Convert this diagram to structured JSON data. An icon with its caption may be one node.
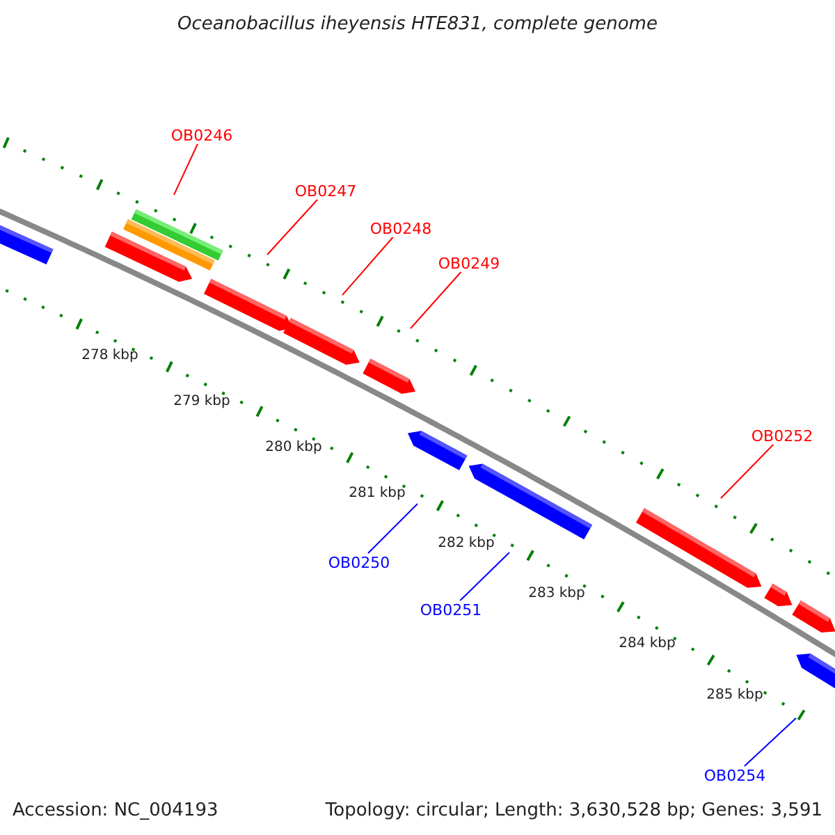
{
  "diagram": {
    "title": "Oceanobacillus iheyensis HTE831, complete genome",
    "nodes": [
      {
        "text": [
          "OB0246"
        ]
      },
      {
        "text": [
          "OB0247"
        ]
      },
      {
        "text": [
          "OB0248"
        ]
      },
      {
        "text": [
          "OB0249"
        ]
      },
      {
        "text": [
          "OB0252"
        ]
      },
      {
        "text": [
          "OB0250"
        ]
      },
      {
        "text": [
          "OB0251"
        ]
      },
      {
        "text": [
          "OB0254"
        ]
      }
    ],
    "edges": [
      {
        "from": 0,
        "to": null,
        "arrow": "none"
      },
      {
        "from": 1,
        "to": null,
        "arrow": "none"
      },
      {
        "from": 2,
        "to": null,
        "arrow": "none"
      },
      {
        "from": 3,
        "to": null,
        "arrow": "none"
      },
      {
        "from": 4,
        "to": null,
        "arrow": "none"
      },
      {
        "from": 5,
        "to": null,
        "arrow": "none",
        "color": "#0000ff"
      },
      {
        "from": 6,
        "to": null,
        "arrow": "none",
        "color": "#0000ff"
      },
      {
        "from": 7,
        "to": null,
        "arrow": "none",
        "color": "#0000ff"
      }
    ],
    "labels": [
      "278 kbp",
      "279 kbp",
      "280 kbp",
      "281 kbp",
      "282 kbp",
      "283 kbp",
      "284 kbp",
      "285 kbp",
      "Accession: NC_004193",
      "Topology: circular; Length: 3,630,528 bp; Genes: 3,591"
    ]
  }
}
